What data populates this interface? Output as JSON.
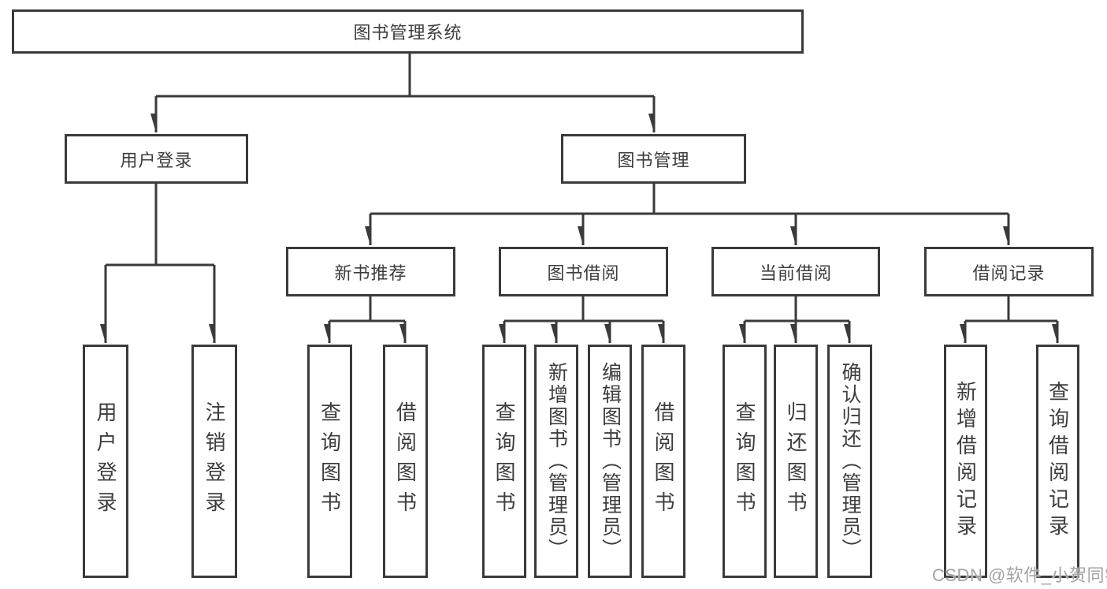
{
  "nodes": {
    "root": {
      "label": "图书管理系统"
    },
    "level2": [
      {
        "label": "用户登录"
      },
      {
        "label": "图书管理"
      }
    ],
    "level3": [
      {
        "label": "新书推荐"
      },
      {
        "label": "图书借阅"
      },
      {
        "label": "当前借阅"
      },
      {
        "label": "借阅记录"
      }
    ],
    "leaves": [
      {
        "label": "用户登录",
        "parent": "用户登录"
      },
      {
        "label": "注销登录",
        "parent": "用户登录"
      },
      {
        "label": "查询图书",
        "parent": "新书推荐"
      },
      {
        "label": "借阅图书",
        "parent": "新书推荐"
      },
      {
        "label": "查询图书",
        "parent": "图书借阅"
      },
      {
        "label": "新增图书（管理员）",
        "parent": "图书借阅"
      },
      {
        "label": "编辑图书（管理员）",
        "parent": "图书借阅"
      },
      {
        "label": "借阅图书",
        "parent": "图书借阅"
      },
      {
        "label": "查询图书",
        "parent": "当前借阅"
      },
      {
        "label": "归还图书",
        "parent": "当前借阅"
      },
      {
        "label": "确认归还（管理员）",
        "parent": "当前借阅"
      },
      {
        "label": "新增借阅记录",
        "parent": "借阅记录"
      },
      {
        "label": "查询借阅记录",
        "parent": "借阅记录"
      }
    ]
  },
  "watermark": {
    "text": "CSDN @软件_小贺同学"
  },
  "colors": {
    "line": "#3a3a3a",
    "text": "#3d3d3d",
    "box_bg": "#ffffff",
    "watermark": "#a3a3a3"
  }
}
